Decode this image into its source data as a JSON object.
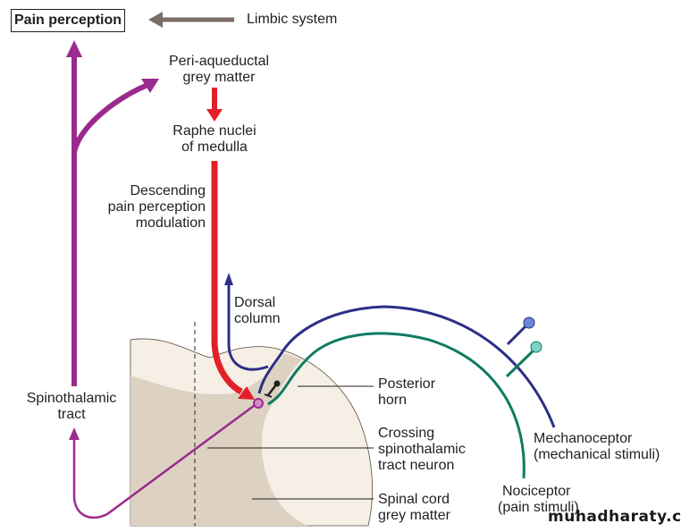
{
  "diagram": {
    "title_box": "Pain perception",
    "labels": {
      "limbic": "Limbic system",
      "pag_1": "Peri-aqueductal",
      "pag_2": "grey matter",
      "raphe_1": "Raphe nuclei",
      "raphe_2": "of medulla",
      "descending_1": "Descending",
      "descending_2": "pain perception",
      "descending_3": "modulation",
      "dorsal_1": "Dorsal",
      "dorsal_2": "column",
      "spinothalamic_1": "Spinothalamic",
      "spinothalamic_2": "tract",
      "posterior_1": "Posterior",
      "posterior_2": "horn",
      "crossing_1": "Crossing",
      "crossing_2": "spinothalamic",
      "crossing_3": "tract neuron",
      "grey_1": "Spinal cord",
      "grey_2": "grey matter",
      "mech_1": "Mechanoceptor",
      "mech_2": "(mechanical stimuli)",
      "noci_1": "Nociceptor",
      "noci_2": "(pain stimuli)"
    },
    "watermark": "muhadharaty.com",
    "colors": {
      "spinothalamic": "#9b2a8e",
      "descending": "#e3202a",
      "limbic_arrow": "#7a6d66",
      "mechanoceptor": "#2b2f86",
      "nociceptor": "#107a63",
      "cord_white": "#f6efe6",
      "cord_grey": "#ddd2c2",
      "text": "#231f20"
    }
  }
}
